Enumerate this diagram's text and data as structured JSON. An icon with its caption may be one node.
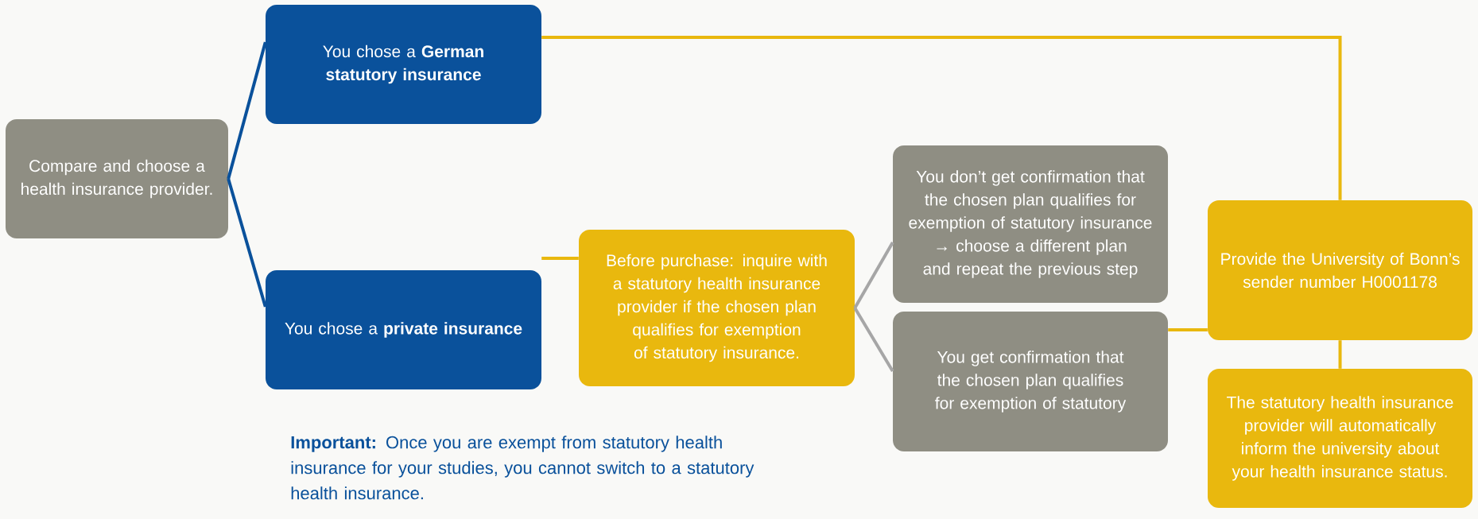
{
  "diagram": {
    "nodes": [
      {
        "text": [
          "Compare and choose a health insurance provider."
        ]
      },
      {
        "text": [
          "You chose a **German statutory insurance**"
        ]
      },
      {
        "text": [
          "You chose a **private insurance**"
        ]
      },
      {
        "text": [
          "Before purchase: inquire with a statutory health insurance provider if the chosen plan qualifies for exemption of statutory insurance."
        ]
      },
      {
        "text": [
          "You don’t get confirmation that the chosen plan qualifies for exemption of statutory insurance → choose a different plan and repeat the previous step"
        ]
      },
      {
        "text": [
          "You get confirmation that the chosen plan qualifies for exemption of statutory"
        ]
      },
      {
        "text": [
          "Provide the University of Bonn’s sender number H0001178"
        ]
      },
      {
        "text": [
          "The statutory health insurance provider will automatically inform the university about your health insurance status."
        ]
      }
    ],
    "edges": [
      {
        "from": 0,
        "to": 1,
        "arrow": "none",
        "color": "#0a519b"
      },
      {
        "from": 0,
        "to": 2,
        "arrow": "none",
        "color": "#0a519b"
      },
      {
        "from": 1,
        "to": 6,
        "arrow": "none"
      },
      {
        "from": 2,
        "to": 3,
        "arrow": "none"
      },
      {
        "from": 3,
        "to": 4,
        "arrow": "none",
        "color": "#a6a6a6"
      },
      {
        "from": 3,
        "to": 5,
        "arrow": "none",
        "color": "#a6a6a6"
      },
      {
        "from": 5,
        "to": 6,
        "arrow": "none"
      },
      {
        "from": 6,
        "to": 7,
        "arrow": "none"
      }
    ],
    "labels": [
      "**Important:** Once you are exempt from statutory health insurance for your studies, you cannot switch to a statutory health insurance."
    ]
  }
}
